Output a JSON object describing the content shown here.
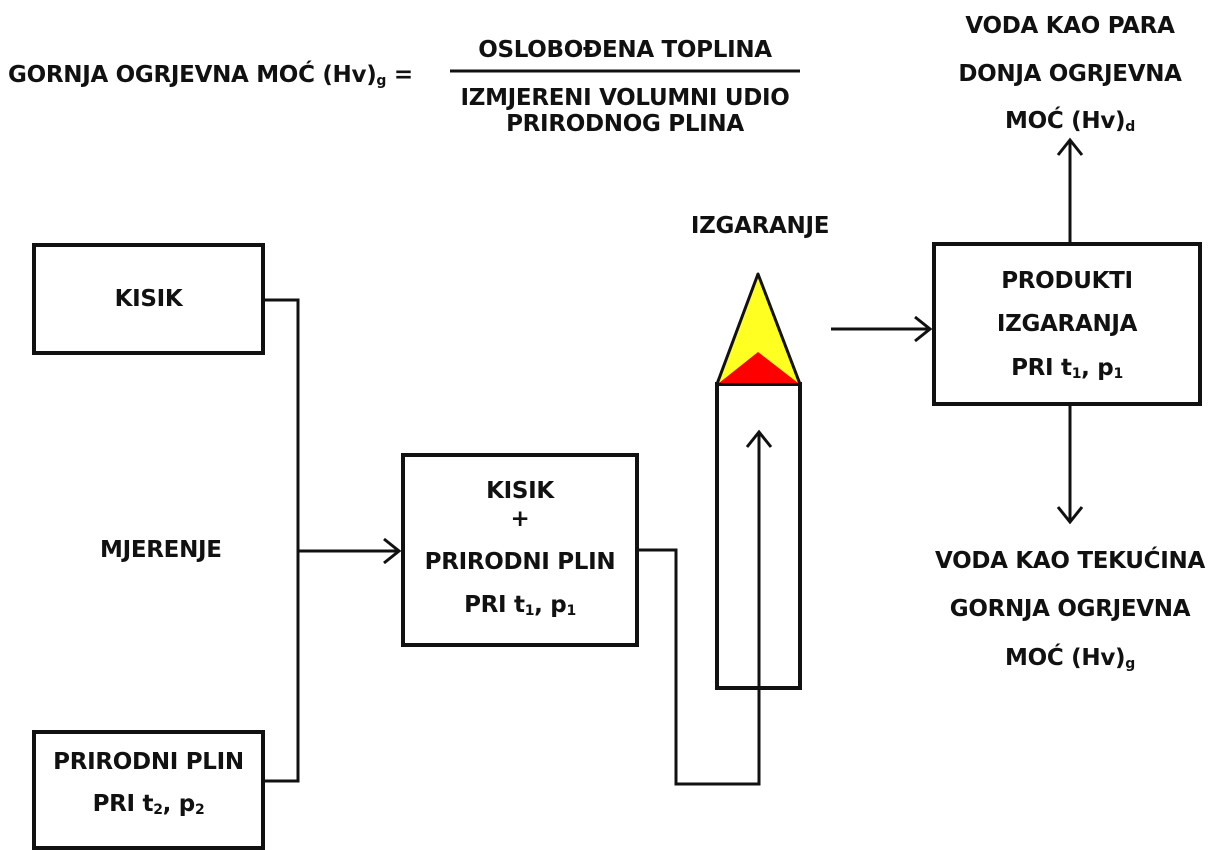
{
  "formula": {
    "lhs": "GORNJA OGRJEVNA MOĆ (Hv)",
    "lhs_sub": "g",
    "equals": "=",
    "numerator": "OSLOBOĐENA TOPLINA",
    "denominator_line1": "IZMJERENI VOLUMNI UDIO",
    "denominator_line2": "PRIRODNOG PLINA"
  },
  "boxes": {
    "kisik": {
      "label": "KISIK"
    },
    "prirodni_plin": {
      "line1": "PRIRODNI PLIN",
      "line2_prefix": "PRI t",
      "sub1": "2",
      "line2_mid": ", p",
      "sub2": "2"
    },
    "mix": {
      "line1": "KISIK",
      "line2": "+",
      "line3": "PRIRODNI PLIN",
      "line4_prefix": "PRI t",
      "sub1": "1",
      "line4_mid": ", p",
      "sub2": "1"
    },
    "produkti": {
      "line1": "PRODUKTI",
      "line2": "IZGARANJA",
      "line3_prefix": "PRI t",
      "sub1": "1",
      "line3_mid": ", p",
      "sub2": "1"
    }
  },
  "labels": {
    "mjerenje": "MJERENJE",
    "izgaranje": "IZGARANJE",
    "para_line1": "VODA KAO PARA",
    "para_line2": "DONJA OGRJEVNA",
    "para_line3": "MOĆ (Hv)",
    "para_sub": "d",
    "tekucina_line1": "VODA KAO TEKUĆINA",
    "tekucina_line2": "GORNJA OGRJEVNA",
    "tekucina_line3": "MOĆ (Hv)",
    "tekucina_sub": "g"
  },
  "colors": {
    "line": "#111111",
    "flame_outer": "#ffff22",
    "flame_inner": "#ff0000"
  }
}
